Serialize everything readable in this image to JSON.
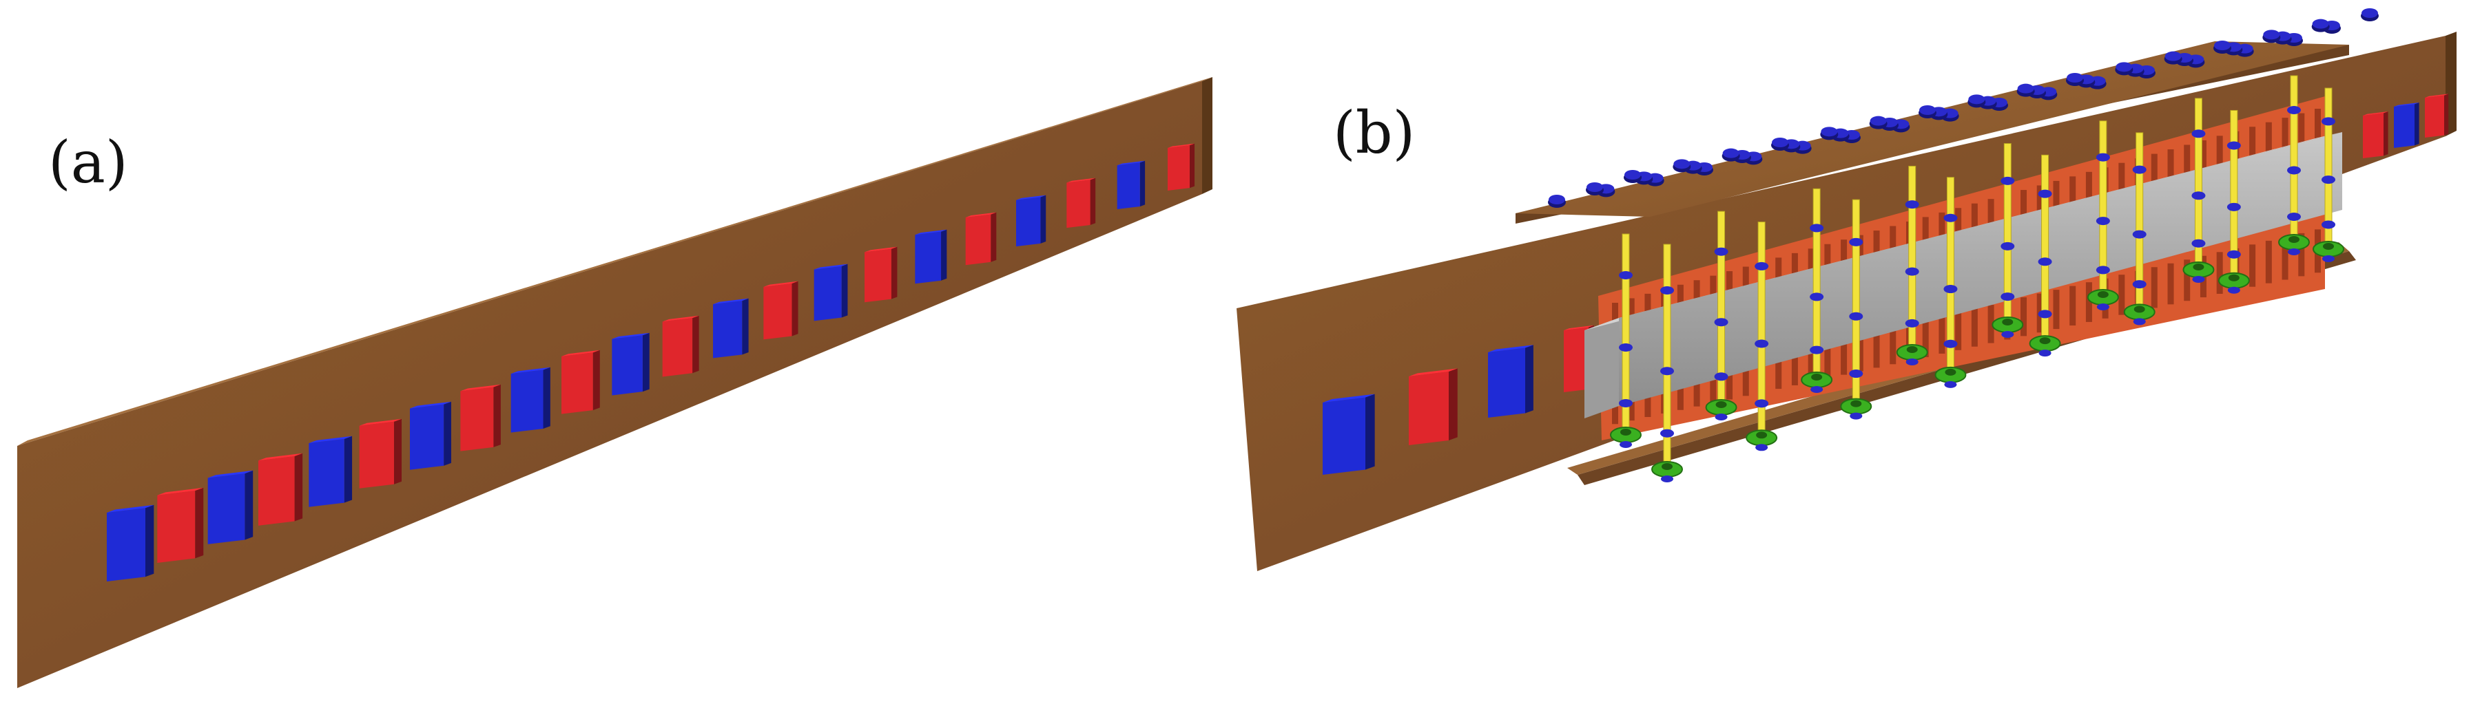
{
  "panels": [
    {
      "id": "a",
      "label": "(a)"
    },
    {
      "id": "b",
      "label": "(b)"
    }
  ],
  "colors": {
    "board": "#8a5a2b",
    "magnet_a": "#1f2bd6",
    "magnet_b": "#e0262c",
    "coil_frame": "#e0643a",
    "core": "#a8a8a8",
    "rod": "#f2e23a",
    "nut": "#2a2acc",
    "washer": "#3ab020"
  },
  "panel_a": {
    "magnet_count": 22
  },
  "panel_b": {
    "bolt_columns": 8
  }
}
